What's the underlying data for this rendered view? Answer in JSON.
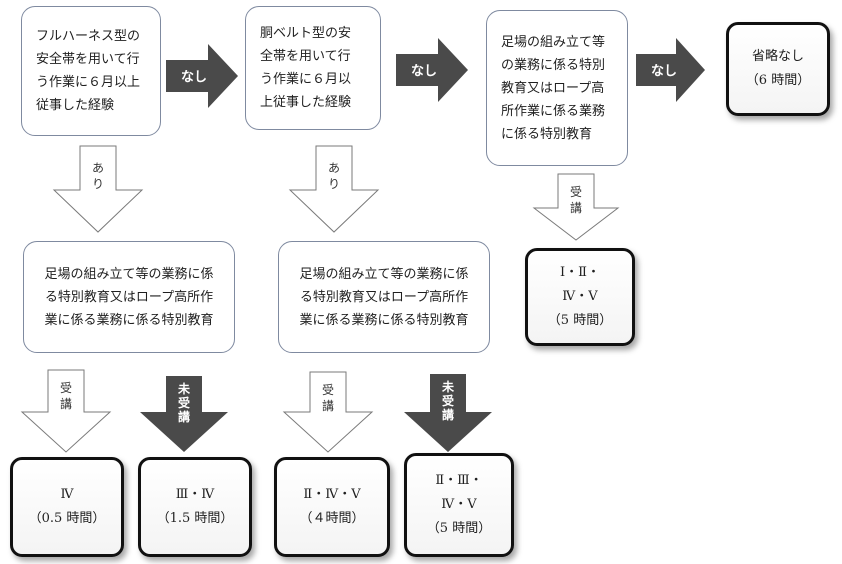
{
  "conditions": {
    "full_harness": "フルハーネス型の\n安全帯を用いて行\nう作業に６月以上\n従事した経験",
    "body_belt": "胴ベルト型の安\n全帯を用いて行\nう作業に６月以\n上従事した経験",
    "scaffold_special": "足場の組み立て等\nの業務に係る特別\n教育又はロープ高\n所作業に係る業務\nに係る特別教育",
    "scaffold_or_rope_1": "足場の組み立て等の業務に係\nる特別教育又はロープ高所作\n業に係る業務に係る特別教育",
    "scaffold_or_rope_2": "足場の組み立て等の業務に係\nる特別教育又はロープ高所作\n業に係る業務に係る特別教育"
  },
  "labels": {
    "nashi": "なし",
    "ari": [
      "あ",
      "り"
    ],
    "jukou": [
      "受",
      "講"
    ],
    "mijukou": [
      "未",
      "受",
      "講"
    ]
  },
  "results": {
    "r_omit": "省略なし\n（6 時間）",
    "r_iv": "Ⅳ\n（0.5 時間）",
    "r_iii_iv": "Ⅲ・Ⅳ\n（1.5 時間）",
    "r_ii_iv_v": "Ⅱ・Ⅳ・Ⅴ\n（４時間）",
    "r_ii_iii_iv_v": "Ⅱ・Ⅲ・\nⅣ・Ⅴ\n（5 時間）",
    "r_i_ii_iv_v": "Ⅰ・Ⅱ・\nⅣ・Ⅴ\n（5 時間）"
  },
  "colors": {
    "dark_arrow": "#4a4a4a",
    "outline": "#7f8aa0",
    "white_arrow_stroke": "#7a7a7a"
  }
}
